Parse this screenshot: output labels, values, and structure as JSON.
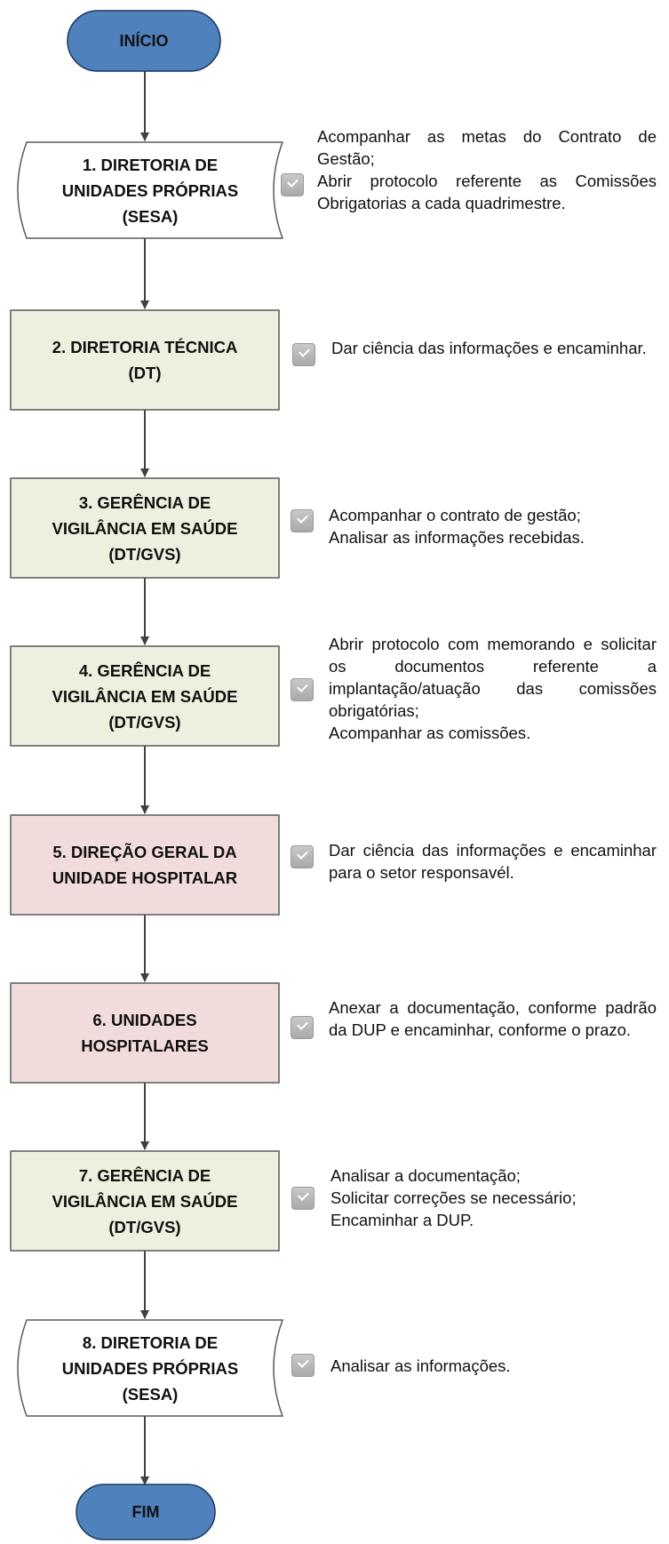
{
  "start": {
    "label": "INÍCIO"
  },
  "end": {
    "label": "FIM"
  },
  "steps": [
    {
      "label": "1. DIRETORIA DE\nUNIDADES PRÓPRIAS\n(SESA)",
      "shape": "document",
      "fill": "#ffffff",
      "description": "Acompanhar as metas do Contrato de Gestão;\nAbrir protocolo referente as Comissões Obrigatorias a cada quadrimestre."
    },
    {
      "label": "2. DIRETORIA TÉCNICA\n(DT)",
      "shape": "rect",
      "fill": "#ebf1de",
      "description": "Dar ciência das informações e encaminhar."
    },
    {
      "label": "3. GERÊNCIA DE\nVIGILÂNCIA EM SAÚDE\n(DT/GVS)",
      "shape": "rect",
      "fill": "#ebf1de",
      "description": "Acompanhar o contrato de gestão;\nAnalisar as informações recebidas."
    },
    {
      "label": "4. GERÊNCIA DE\nVIGILÂNCIA EM SAÚDE\n(DT/GVS)",
      "shape": "rect",
      "fill": "#ebf1de",
      "description": "Abrir protocolo com memorando e solicitar os documentos referente a implantação/atuação das comissões obrigatórias;\nAcompanhar as comissões."
    },
    {
      "label": "5. DIREÇÃO GERAL DA\nUNIDADE HOSPITALAR",
      "shape": "rect",
      "fill": "#f2dcdb",
      "description": "Dar ciência das informações e encaminhar para o setor responsavél."
    },
    {
      "label": "6. UNIDADES\nHOSPITALARES",
      "shape": "rect",
      "fill": "#f2dcdb",
      "description": "Anexar a documentação, conforme padrão da DUP e encaminhar, conforme o prazo."
    },
    {
      "label": "7. GERÊNCIA DE\nVIGILÂNCIA EM SAÚDE\n(DT/GVS)",
      "shape": "rect",
      "fill": "#ebf1de",
      "description": "Analisar a documentação;\nSolicitar correções se necessário;\nEncaminhar a DUP."
    },
    {
      "label": "8. DIRETORIA DE\nUNIDADES PRÓPRIAS\n(SESA)",
      "shape": "document",
      "fill": "#ffffff",
      "description": "Analisar as informações."
    }
  ],
  "colors": {
    "terminal_fill": "#4f81bd",
    "terminal_stroke": "#1f3763",
    "box_stroke": "#595959",
    "arrow": "#404040",
    "green_fill": "#ebf1de",
    "red_fill": "#f2dcdb"
  }
}
